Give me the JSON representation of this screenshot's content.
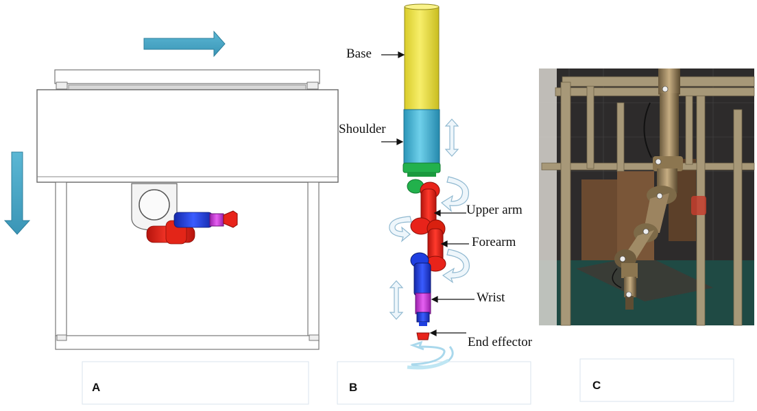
{
  "panels": {
    "a": {
      "label": "A"
    },
    "b": {
      "label": "B"
    },
    "c": {
      "label": "C"
    }
  },
  "parts": {
    "base": "Base",
    "shoulder": "Shoulder",
    "upper_arm": "Upper arm",
    "forearm": "Forearm",
    "wrist": "Wrist",
    "end_effector": "End effector"
  },
  "colors": {
    "base": "#f0e44a",
    "shoulder": "#3fb3d4",
    "joint_ring": "#22b14c",
    "arm": "#e8231a",
    "wrist_blue": "#1f3fe0",
    "wrist_magenta": "#c83cd8",
    "motion_arrow": "#4aa8c8",
    "photo_bg": "#2b2a2a"
  }
}
